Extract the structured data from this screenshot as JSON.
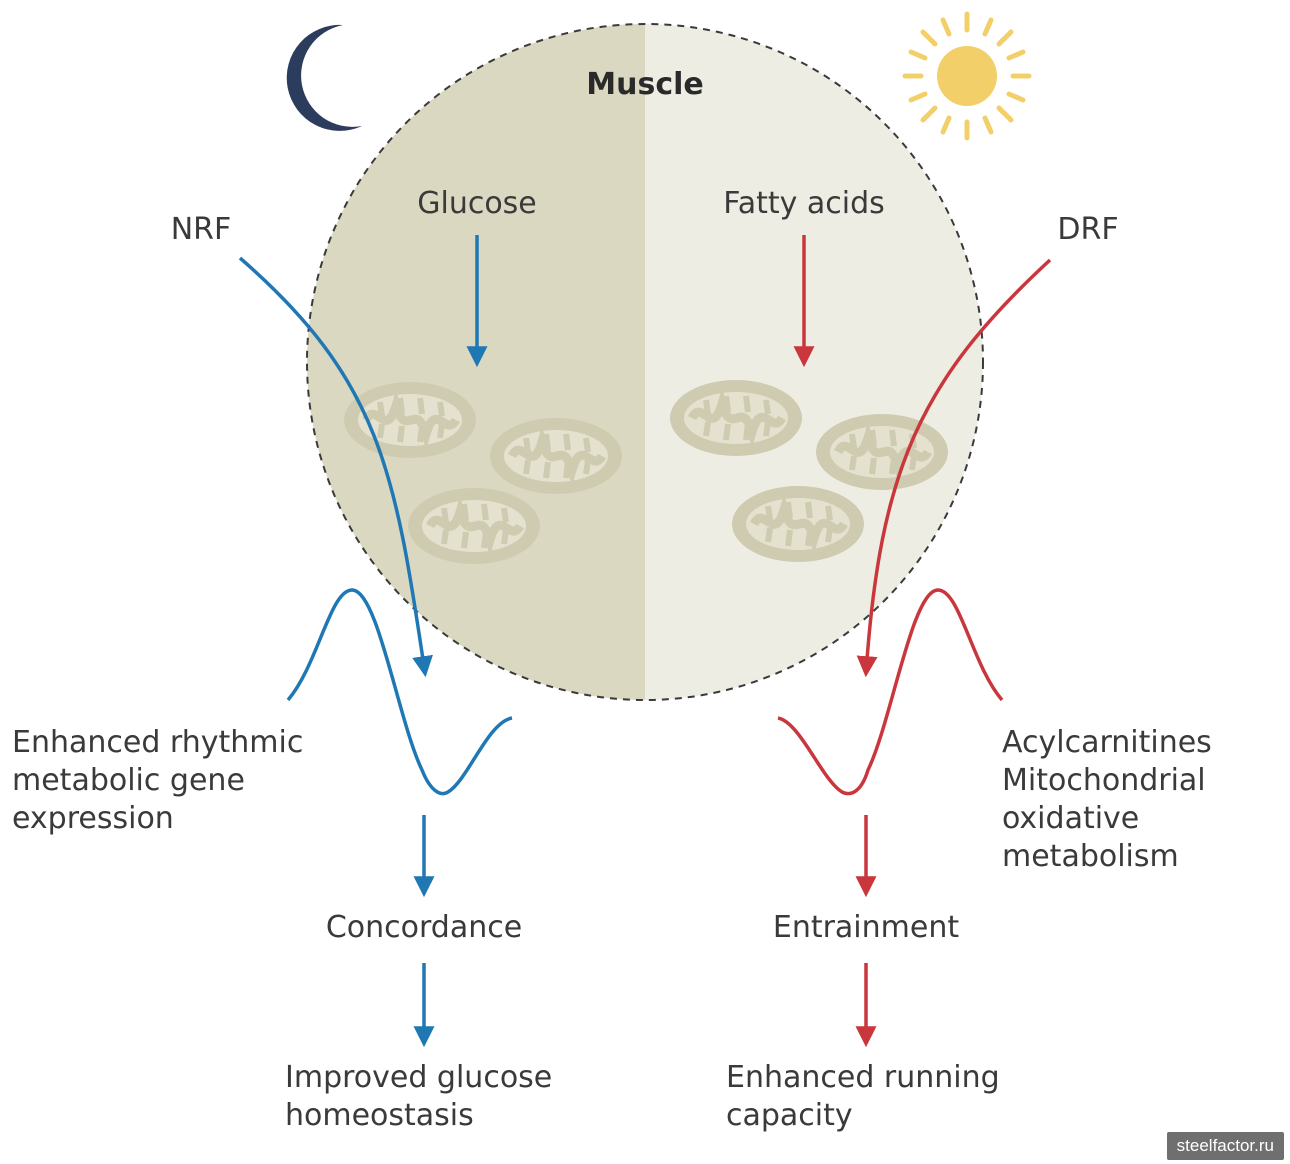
{
  "muscle_title": "Muscle",
  "left": {
    "header": "NRF",
    "substrate": "Glucose",
    "effect_lines": [
      "Enhanced rhythmic",
      "metabolic gene",
      "expression"
    ],
    "step": "Concordance",
    "outcome_lines": [
      "Improved glucose",
      "homeostasis"
    ]
  },
  "right": {
    "header": "DRF",
    "substrate": "Fatty acids",
    "effect_lines": [
      "Acylcarnitines",
      "Mitochondrial",
      "oxidative",
      "metabolism"
    ],
    "step": "Entrainment",
    "outcome_lines": [
      "Enhanced running",
      "capacity"
    ]
  },
  "icons": {
    "night": "moon-icon",
    "day": "sun-icon",
    "organelle": "mitochondrion-icon"
  },
  "colors": {
    "nrf": "#1f78b4",
    "drf": "#c9373d",
    "circle_left": "#dbd8c1",
    "circle_right": "#eeede3",
    "moon": "#2c3c5c",
    "sun": "#f3cf6a",
    "mito": "#cfcbb0"
  },
  "watermark": "steelfactor.ru"
}
